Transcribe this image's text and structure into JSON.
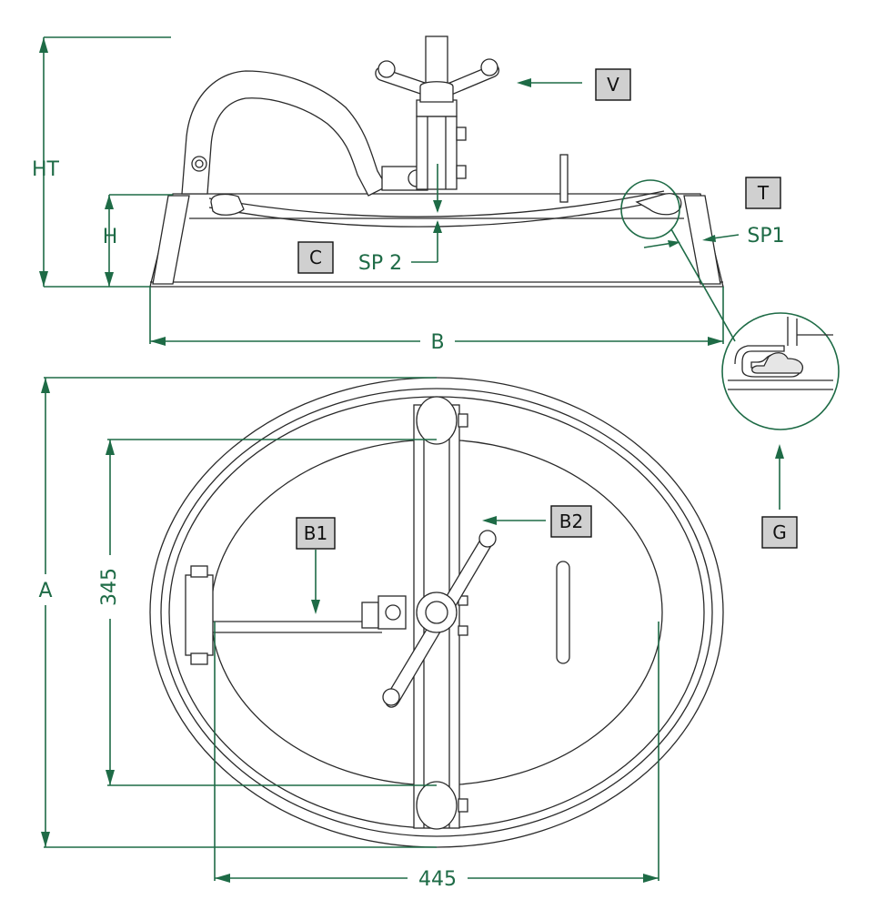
{
  "dimensions": {
    "height_total": "HT",
    "height": "H",
    "width_b": "B",
    "diameter_a": "A",
    "minor_axis": "345",
    "major_axis": "445"
  },
  "callouts": {
    "spacer_2": "SP 2",
    "spacer_1": "SP1"
  },
  "tags": {
    "v": "V",
    "t": "T",
    "c": "C",
    "b1": "B1",
    "b2": "B2",
    "g": "G"
  },
  "colors": {
    "dimension_green": "#1e6b46",
    "line_black": "#2a2a2a",
    "tag_fill": "#d0d0d0"
  }
}
